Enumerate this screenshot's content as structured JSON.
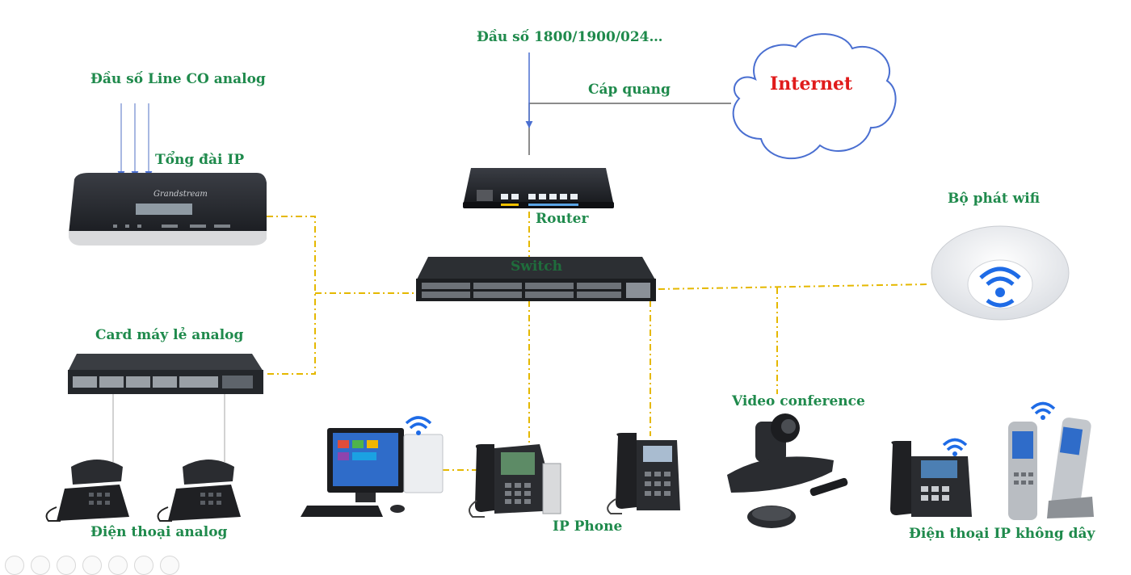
{
  "labels": {
    "hotline_number": "Đầu số 1800/1900/024…",
    "fiber": "Cáp quang",
    "internet": "Internet",
    "analog_line": "Đầu số  Line CO analog",
    "ip_pbx": "Tổng đài IP",
    "router": "Router",
    "switch": "Switch",
    "wifi_ap": "Bộ phát wifi",
    "analog_card": "Card máy lẻ analog",
    "video_conference": "Video conference",
    "analog_phone": "Điện thoại analog",
    "ip_phone": "IP Phone",
    "wireless_ip_phone": "Điện thoại IP không dây"
  },
  "colors": {
    "label_green": "#1f8a4c",
    "internet_red": "#e01b1b",
    "dash_yellow": "#e5b800",
    "arrow_blue": "#4a6fd1",
    "wifi_blue": "#1e6be6"
  },
  "icons": [
    "cloud-icon",
    "router-icon",
    "switch-icon",
    "pbx-icon",
    "gateway-icon",
    "wifi-ap-icon",
    "pc-icon",
    "ip-phone-icon",
    "video-camera-icon",
    "analog-phone-icon",
    "cordless-phone-icon",
    "wifi-icon"
  ]
}
